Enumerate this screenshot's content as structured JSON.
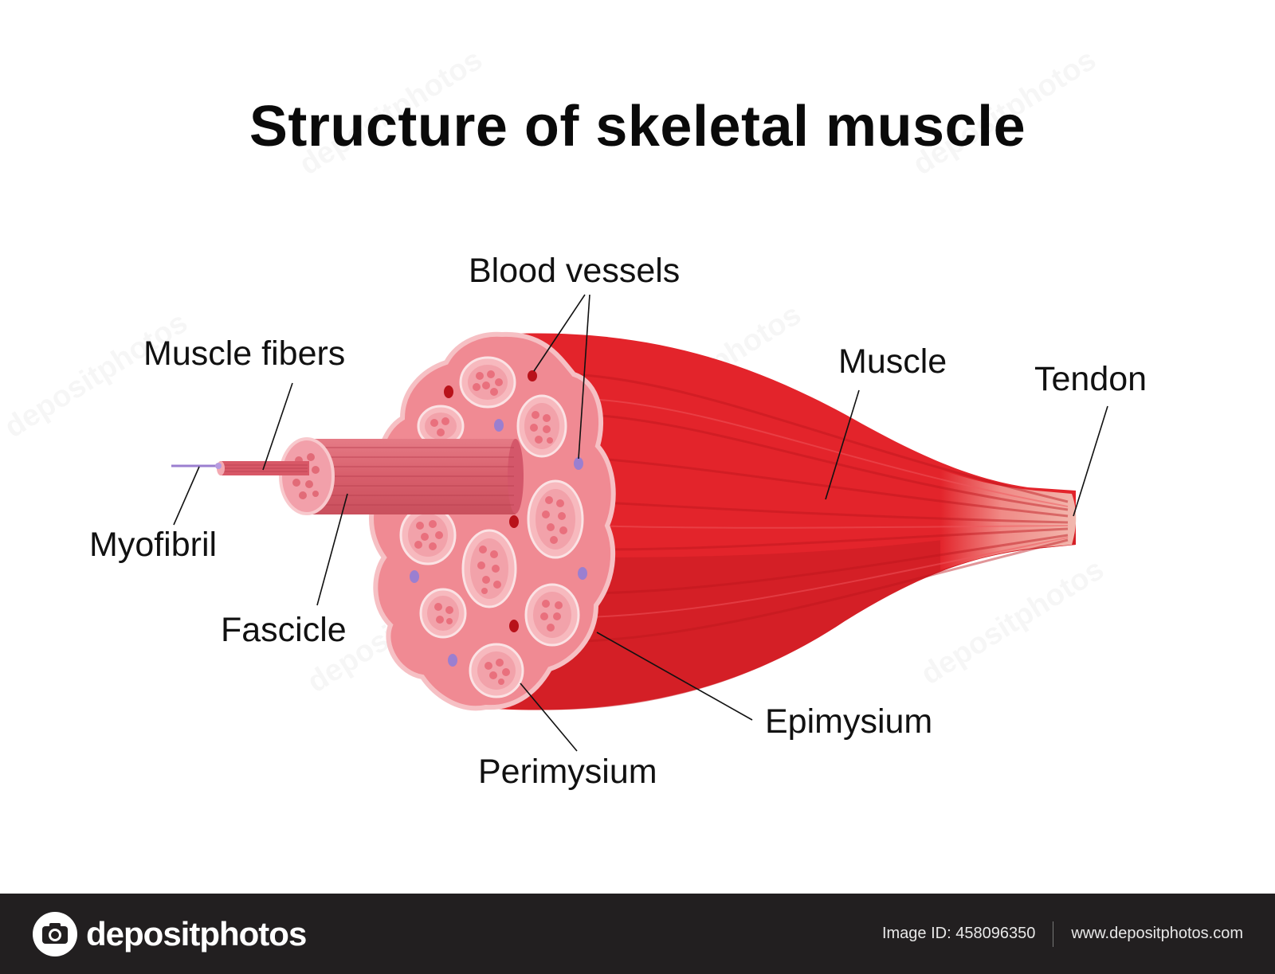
{
  "title": "Structure of skeletal muscle",
  "labels": {
    "blood_vessels": "Blood vessels",
    "muscle_fibers": "Muscle fibers",
    "muscle": "Muscle",
    "tendon": "Tendon",
    "myofibril": "Myofibril",
    "fascicle": "Fascicle",
    "epimysium": "Epimysium",
    "perimysium": "Perimysium"
  },
  "footer": {
    "brand": "depositphotos",
    "image_id": "Image ID: 458096350",
    "url": "www.depositphotos.com"
  },
  "watermark": "depositphotos",
  "colors": {
    "muscle_red": "#e3242b",
    "muscle_dark": "#c41a20",
    "cross_section_pink": "#f08a93",
    "fascicle_pink": "#f7b9be",
    "blood_vessel": "#b8121a",
    "nerve_purple": "#9b7fd0",
    "tendon": "#f2b5ae"
  }
}
